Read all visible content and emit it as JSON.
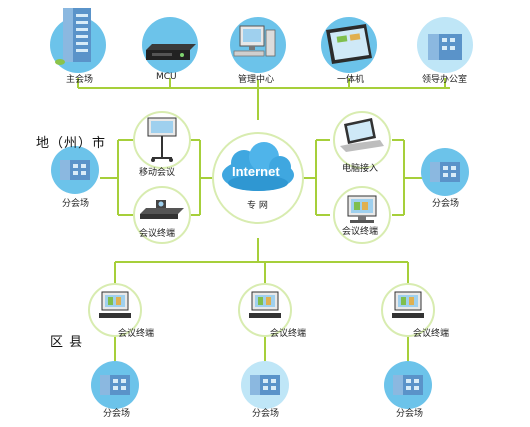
{
  "colors": {
    "line": "#a6cf3a",
    "circle": "#6cc3ea",
    "circle_light": "#bfe6f7",
    "ring": "#d8ecb0",
    "cloud": "#3fa7e0",
    "building": "#5a93c9"
  },
  "top_row": [
    {
      "label": "主会场",
      "icon": "tower-building-icon"
    },
    {
      "label": "MCU",
      "icon": "mcu-rack-icon"
    },
    {
      "label": "管理中心",
      "icon": "desktop-computer-icon"
    },
    {
      "label": "一体机",
      "icon": "tablet-terminal-icon"
    },
    {
      "label": "领导办公室",
      "icon": "office-building-icon"
    }
  ],
  "city": {
    "region_label": "地（州）市",
    "left_venue": "分会场",
    "mobile_meeting": "移动会议",
    "left_terminal": "会议终端",
    "pc_access": "电脑接入",
    "right_terminal": "会议终端",
    "right_venue": "分会场"
  },
  "cloud": {
    "title": "Internet",
    "label": "专 网"
  },
  "county": {
    "region_label": "区 县",
    "terminals": [
      "会议终端",
      "会议终端",
      "会议终端"
    ],
    "venues": [
      "分会场",
      "分会场",
      "分会场"
    ]
  }
}
